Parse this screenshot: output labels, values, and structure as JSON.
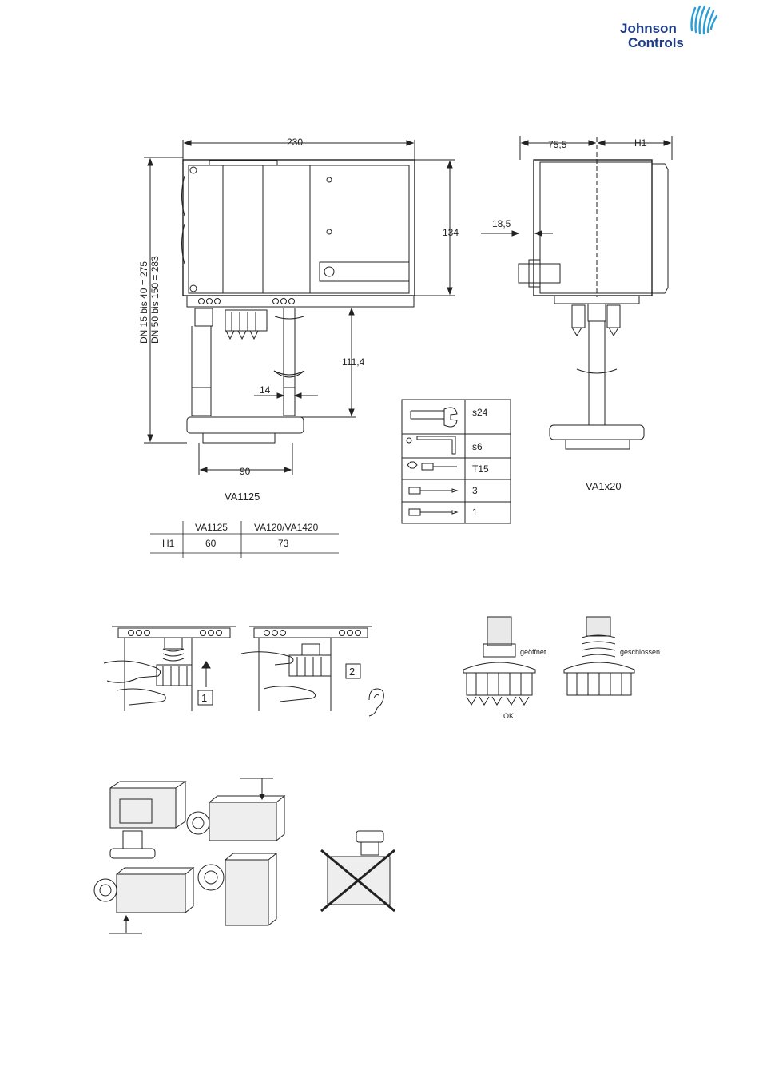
{
  "logo": {
    "line1": "Johnson",
    "line2": "Controls",
    "color": "#1f3c88",
    "accent": "#2a9fd6"
  },
  "drawing_va1125": {
    "dim_width": "230",
    "dim_height": "134",
    "dim_dn_line1": "DN 15 bis 40 = 275",
    "dim_dn_line2": "DN 50 bis 150 = 283",
    "dim_stroke": "111,4",
    "dim_rod": "14",
    "dim_base": "90",
    "caption": "VA1125"
  },
  "drawing_va1x20": {
    "dim_depth": "75,5",
    "dim_h1": "H1",
    "dim_offset": "18,5",
    "caption": "VA1x20"
  },
  "tools": [
    {
      "icon": "wrench-icon",
      "size": "s24"
    },
    {
      "icon": "hex-key-icon",
      "size": "s6"
    },
    {
      "icon": "torx-screwdriver-icon",
      "size": "T15"
    },
    {
      "icon": "screwdriver-icon",
      "size": "3"
    },
    {
      "icon": "screwdriver-icon",
      "size": "1"
    }
  ],
  "h1_table": {
    "columns": [
      "",
      "VA1125",
      "VA120/VA1420"
    ],
    "rows": [
      {
        "label": "H1",
        "values": [
          "60",
          "73"
        ]
      }
    ]
  },
  "mounting_steps": {
    "step1": "1",
    "step2": "2"
  },
  "coupling_states": {
    "open": "geöffnet",
    "closed": "geschlossen",
    "ok": "OK"
  }
}
